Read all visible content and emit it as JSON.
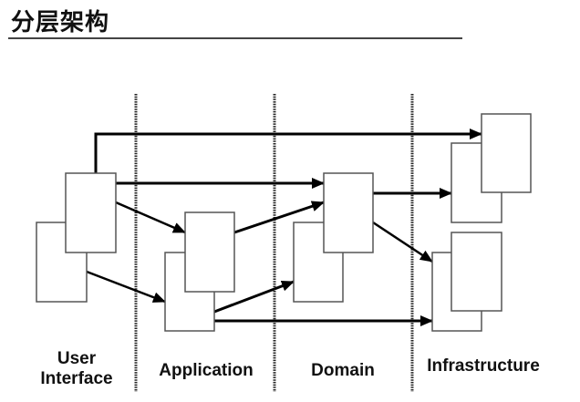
{
  "title": "分层架构",
  "layers": [
    {
      "id": "ui",
      "label_line1": "User",
      "label_line2": "Interface"
    },
    {
      "id": "application",
      "label": "Application"
    },
    {
      "id": "domain",
      "label": "Domain"
    },
    {
      "id": "infrastructure",
      "label": "Infrastructure"
    }
  ],
  "colors": {
    "line": "#000000",
    "box_stroke": "#555555",
    "box_fill": "#ffffff",
    "divider": "#333333"
  },
  "boxes": [
    {
      "id": "ui-back",
      "layer": "ui"
    },
    {
      "id": "ui-front",
      "layer": "ui"
    },
    {
      "id": "app-back",
      "layer": "application"
    },
    {
      "id": "app-front",
      "layer": "application"
    },
    {
      "id": "domain-back",
      "layer": "domain"
    },
    {
      "id": "domain-front",
      "layer": "domain"
    },
    {
      "id": "infra-top-back",
      "layer": "infrastructure"
    },
    {
      "id": "infra-top-front",
      "layer": "infrastructure"
    },
    {
      "id": "infra-bottom-back",
      "layer": "infrastructure"
    },
    {
      "id": "infra-bottom-front",
      "layer": "infrastructure"
    }
  ],
  "edges": [
    {
      "from": "ui-front",
      "to": "infra-top-front"
    },
    {
      "from": "ui-front",
      "to": "domain-front"
    },
    {
      "from": "ui-front",
      "to": "app-front"
    },
    {
      "from": "ui-back",
      "to": "app-back"
    },
    {
      "from": "app-front",
      "to": "domain-front"
    },
    {
      "from": "app-back",
      "to": "domain-back"
    },
    {
      "from": "app-back",
      "to": "infra-bottom-back"
    },
    {
      "from": "domain-front",
      "to": "infra-top-back"
    },
    {
      "from": "domain-front",
      "to": "infra-bottom-back"
    }
  ]
}
